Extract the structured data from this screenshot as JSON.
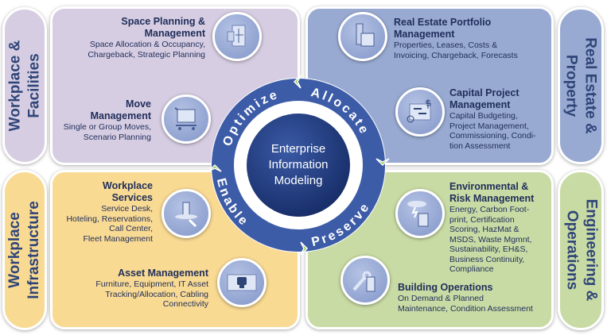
{
  "pillars": {
    "workplace_facilities": "Workplace & Facilities",
    "real_estate_property": "Real Estate & Property",
    "workplace_infrastructure": "Workplace Infrastructure",
    "engineering_operations": "Engineering & Operations"
  },
  "pillar_lines": {
    "wf": [
      "Workplace &",
      "Facilities"
    ],
    "rep": [
      "Real Estate &",
      "Property"
    ],
    "wi": [
      "Workplace",
      "Infrastructure"
    ],
    "eo": [
      "Engineering &",
      "Operations"
    ]
  },
  "modules": {
    "space_planning": {
      "title": [
        "Space Planning &",
        "Management"
      ],
      "desc": [
        "Space Allocation & Occupancy,",
        "Chargeback, Strategic Planning"
      ]
    },
    "move_management": {
      "title": [
        "Move",
        "Management"
      ],
      "desc": [
        "Single or Group Moves,",
        "Scenario Planning"
      ]
    },
    "real_estate_portfolio": {
      "title": [
        "Real Estate Portfolio",
        "Management"
      ],
      "desc": [
        "Properties, Leases, Costs &",
        "Invoicing, Chargeback, Forecasts"
      ]
    },
    "capital_project": {
      "title": [
        "Capital Project",
        "Management"
      ],
      "desc": [
        "Capital Budgeting,",
        "Project Management,",
        "Commissioning, Condi-",
        "tion Assessment"
      ]
    },
    "workplace_services": {
      "title": [
        "Workplace",
        "Services"
      ],
      "desc": [
        "Service Desk,",
        "Hoteling, Reservations,",
        "Call Center,",
        "Fleet Management"
      ]
    },
    "asset_management": {
      "title": [
        "Asset Management"
      ],
      "desc": [
        "Furniture, Equipment, IT Asset",
        "Tracking/Allocation, Cabling",
        "Connectivity"
      ]
    },
    "environmental_risk": {
      "title": [
        "Environmental &",
        "Risk Management"
      ],
      "desc": [
        "Energy, Carbon Foot-",
        "print, Certification",
        "Scoring, HazMat &",
        "MSDS, Waste Mgmnt,",
        "Sustainability, EH&S,",
        "Business Continuity,",
        "Compliance"
      ]
    },
    "building_operations": {
      "title": [
        "Building Operations"
      ],
      "desc": [
        "On Demand & Planned",
        "Maintenance, Condition Assessment"
      ]
    }
  },
  "hub": {
    "center": [
      "Enterprise",
      "Information",
      "Modeling"
    ],
    "ring": {
      "optimize": "Optimize",
      "allocate": "Allocate",
      "preserve": "Preserve",
      "enable": "Enable"
    }
  },
  "colors": {
    "purple": "#d6cde2",
    "blue": "#99aad2",
    "yellow": "#f9da93",
    "green": "#c8dba4",
    "ring": "#3d5ca8",
    "center": "#213d80",
    "chevron": "#8cc63f",
    "text": "#1f2d5a"
  }
}
